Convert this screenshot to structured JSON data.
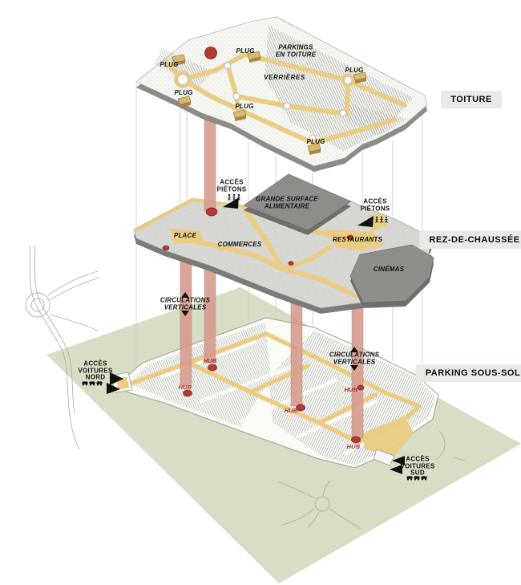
{
  "title": "Exploded axonometric diagram of a shopping-centre project",
  "colors": {
    "site_green": "#d8ddc5",
    "circulation_yellow": "#eacc83",
    "column_salmon": "#d69a8c",
    "hub_red": "#b4392e",
    "dark_block_gray": "#8d8d8a",
    "light_building_gray": "#d7d7d3",
    "level_label_bg": "#e9e9e6"
  },
  "levels": {
    "toiture": "TOITURE",
    "rdc": "REZ-DE-CHAUSSÉE",
    "parking": "PARKING SOUS-SOL"
  },
  "roof": {
    "parkings": [
      "PARKINGS",
      "EN TOITURE"
    ],
    "verrieres": "VERRIÈRES",
    "plug": "PLUG"
  },
  "ground": {
    "grande_surface": [
      "GRANDE SURFACE",
      "ALIMENTAIRE"
    ],
    "place": "PLACE",
    "commerces": "COMMERCES",
    "restaurants": "RESTAURANTS",
    "cinemas": "CINÉMAS",
    "acces_pietons": [
      "ACCÈS",
      "PIÉTONS"
    ]
  },
  "basement": {
    "hub": "HUB",
    "circulations": [
      "CIRCULATIONS",
      "VERTICALES"
    ],
    "acces_nord": [
      "ACCÈS",
      "VOITURES",
      "NORD"
    ],
    "acces_sud": [
      "ACCÈS",
      "VOITURES",
      "SUD"
    ]
  }
}
